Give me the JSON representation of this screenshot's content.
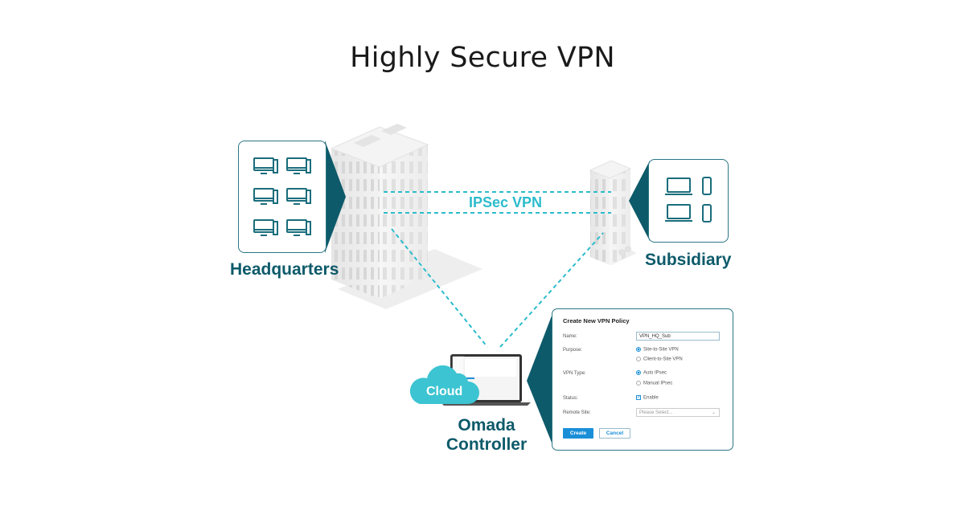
{
  "title": "Highly Secure VPN",
  "colors": {
    "teal_dark": "#0d5a6a",
    "teal_light": "#2bbccc",
    "accent_blue": "#1a8fd8",
    "cloud": "#3cc4d2"
  },
  "sites": {
    "headquarters": {
      "label": "Headquarters",
      "devices": [
        "desktop-icon",
        "desktop-icon",
        "desktop-icon",
        "desktop-icon",
        "desktop-icon",
        "desktop-icon"
      ]
    },
    "subsidiary": {
      "label": "Subsidiary",
      "devices": [
        "laptop-icon",
        "phone-icon",
        "laptop-icon",
        "phone-icon"
      ]
    }
  },
  "link": {
    "label": "IPSec VPN"
  },
  "controller": {
    "cloud_label": "Cloud",
    "label_line1": "Omada",
    "label_line2": "Controller"
  },
  "dialog": {
    "title": "Create New VPN Policy",
    "fields": {
      "name_label": "Name:",
      "name_value": "VPN_HQ_Sub",
      "purpose_label": "Purpose:",
      "purpose_options": [
        "Site-to-Site VPN",
        "Client-to-Site VPN"
      ],
      "purpose_selected": "Site-to-Site VPN",
      "vpn_type_label": "VPN Type:",
      "vpn_type_options": [
        "Auto IPsec",
        "Manual IPsec"
      ],
      "vpn_type_selected": "Auto IPsec",
      "status_label": "Status:",
      "status_checkbox": "Enable",
      "status_checked": true,
      "remote_site_label": "Remote Site:",
      "remote_site_placeholder": "Please Select..."
    },
    "buttons": {
      "create": "Create",
      "cancel": "Cancel"
    }
  }
}
